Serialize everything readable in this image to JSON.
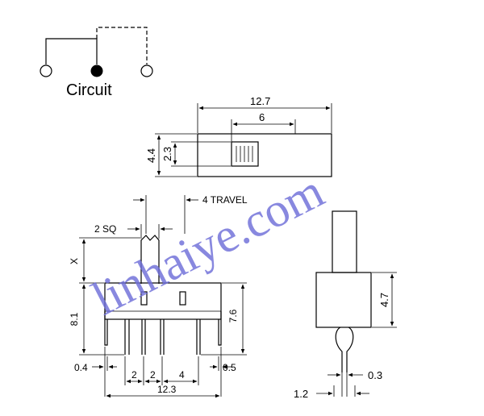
{
  "circuit": {
    "label": "Circuit"
  },
  "top_view": {
    "dim_length": "12.7",
    "dim_slot": "6",
    "dim_height_outer": "4.4",
    "dim_height_inner": "2.3"
  },
  "front_view": {
    "dim_travel": "4 TRAVEL",
    "dim_knob": "2 SQ",
    "dim_knob_height": "X",
    "dim_total_height": "8.1",
    "dim_body_height": "7.6",
    "dim_pin_width": "0.4",
    "dim_pitch_a": "2",
    "dim_pitch_b": "2",
    "dim_pitch_c": "4",
    "dim_mount_width": "0.5",
    "dim_overall_width": "12.3"
  },
  "side_view": {
    "dim_body_height": "4.7",
    "dim_pin_thickness": "0.3",
    "dim_pin_span": "1.2"
  },
  "watermark": {
    "text": "linhaiye.com"
  }
}
